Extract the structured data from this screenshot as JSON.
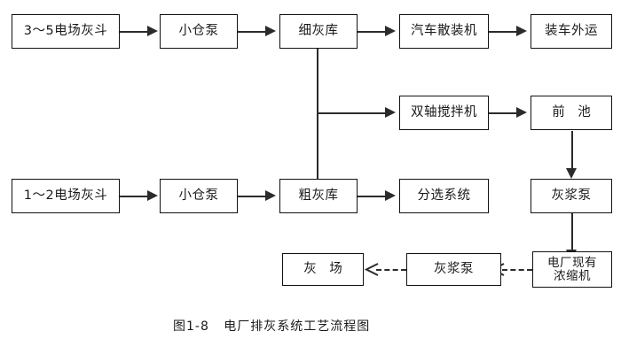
{
  "diagram": {
    "caption": "图1-8   电厂排灰系统工艺流程图",
    "colors": {
      "background": "#ffffff",
      "box_border": "#111111",
      "line": "#2b2b2b",
      "text": "#1a1a1a"
    },
    "nodes": [
      {
        "id": "hopper35",
        "label": "3〜5电场灰斗"
      },
      {
        "id": "pump_top",
        "label": "小仓泵"
      },
      {
        "id": "fine_silo",
        "label": "细灰库"
      },
      {
        "id": "bulk_loader",
        "label": "汽车散装机"
      },
      {
        "id": "truck_out",
        "label": "装车外运"
      },
      {
        "id": "mixer",
        "label": "双轴搅拌机"
      },
      {
        "id": "fore_pool",
        "label": "前 池"
      },
      {
        "id": "hopper12",
        "label": "1〜2电场灰斗"
      },
      {
        "id": "pump_bottom",
        "label": "小仓泵"
      },
      {
        "id": "coarse_silo",
        "label": "粗灰库"
      },
      {
        "id": "sorting",
        "label": "分选系统"
      },
      {
        "id": "slurry_pump_right",
        "label": "灰浆泵"
      },
      {
        "id": "ash_yard",
        "label": "灰 场"
      },
      {
        "id": "slurry_pump_bottom",
        "label": "灰浆泵"
      },
      {
        "id": "thickener",
        "label": "电厂现有\n浓缩机"
      }
    ],
    "edges": [
      {
        "from": "hopper35",
        "to": "pump_top",
        "style": "solid",
        "direction": "right"
      },
      {
        "from": "pump_top",
        "to": "fine_silo",
        "style": "solid",
        "direction": "right"
      },
      {
        "from": "fine_silo",
        "to": "bulk_loader",
        "style": "solid",
        "direction": "right"
      },
      {
        "from": "bulk_loader",
        "to": "truck_out",
        "style": "solid",
        "direction": "right"
      },
      {
        "from": "fine_silo",
        "to": "mixer",
        "style": "solid",
        "direction": "right"
      },
      {
        "from": "mixer",
        "to": "fore_pool",
        "style": "solid",
        "direction": "right"
      },
      {
        "from": "fore_pool",
        "to": "slurry_pump_right",
        "style": "solid",
        "direction": "down"
      },
      {
        "from": "fine_silo",
        "to": "coarse_silo",
        "style": "solid",
        "direction": "down"
      },
      {
        "from": "hopper12",
        "to": "pump_bottom",
        "style": "solid",
        "direction": "right"
      },
      {
        "from": "pump_bottom",
        "to": "coarse_silo",
        "style": "solid",
        "direction": "right"
      },
      {
        "from": "coarse_silo",
        "to": "sorting",
        "style": "solid",
        "direction": "right"
      },
      {
        "from": "slurry_pump_right",
        "to": "thickener",
        "style": "solid",
        "direction": "down"
      },
      {
        "from": "thickener",
        "to": "slurry_pump_bottom",
        "style": "dashed",
        "direction": "left"
      },
      {
        "from": "slurry_pump_bottom",
        "to": "ash_yard",
        "style": "dashed",
        "direction": "left"
      }
    ]
  }
}
